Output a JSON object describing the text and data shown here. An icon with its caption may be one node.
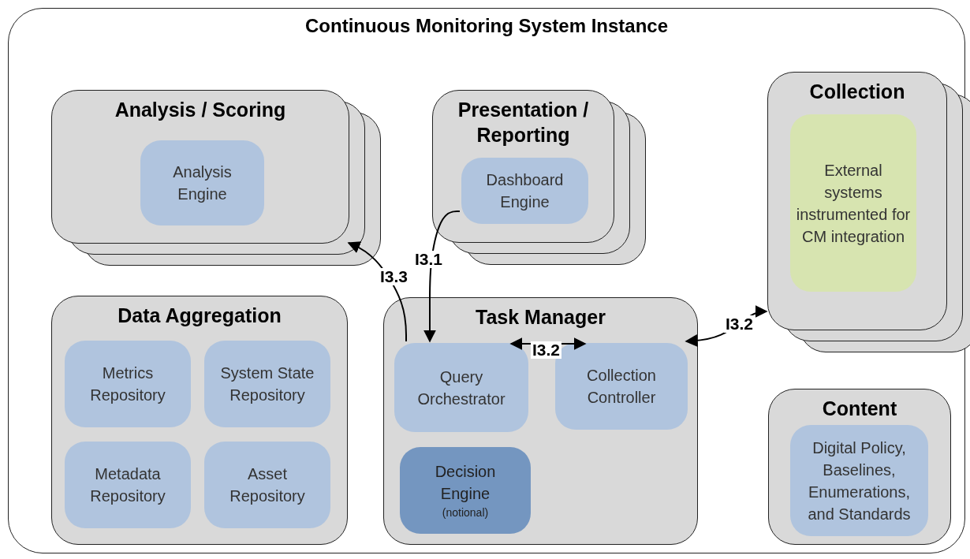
{
  "diagram": {
    "nodes": [
      {
        "text": [
          "Continuous Monitoring System Instance"
        ]
      },
      {
        "text": [
          "Analysis / Scoring"
        ],
        "in": 0
      },
      {
        "text": [
          "Analysis Engine"
        ],
        "in": 1
      },
      {
        "text": [
          "Presentation / Reporting"
        ],
        "in": 0
      },
      {
        "text": [
          "Dashboard Engine"
        ],
        "in": 3
      },
      {
        "text": [
          "Collection"
        ],
        "in": 0
      },
      {
        "text": [
          "External systems instrumented for CM integration"
        ],
        "in": 5
      },
      {
        "text": [
          "Data Aggregation"
        ],
        "in": 0
      },
      {
        "text": [
          "Metrics Repository"
        ],
        "in": 7
      },
      {
        "text": [
          "System State Repository"
        ],
        "in": 7
      },
      {
        "text": [
          "Metadata Repository"
        ],
        "in": 7
      },
      {
        "text": [
          "Asset Repository"
        ],
        "in": 7
      },
      {
        "text": [
          "Task Manager"
        ],
        "in": 0
      },
      {
        "text": [
          "Query Orchestrator"
        ],
        "in": 12
      },
      {
        "text": [
          "Collection Controller"
        ],
        "in": 12
      },
      {
        "text": [
          "Decision Engine",
          "(notional)"
        ],
        "in": 12
      },
      {
        "text": [
          "Content"
        ],
        "in": 0
      },
      {
        "text": [
          "Digital Policy, Baselines, Enumerations, and Standards"
        ],
        "in": 16
      }
    ],
    "edges": [
      {
        "from": 13,
        "to": 1,
        "arrow": "to",
        "label": "I3.3"
      },
      {
        "from": 4,
        "to": 13,
        "arrow": "to",
        "label": "I3.1"
      },
      {
        "from": 13,
        "to": 14,
        "arrow": "both",
        "label": "I3.2"
      },
      {
        "from": 14,
        "to": 5,
        "arrow": "both",
        "label": "I3.2"
      }
    ]
  }
}
